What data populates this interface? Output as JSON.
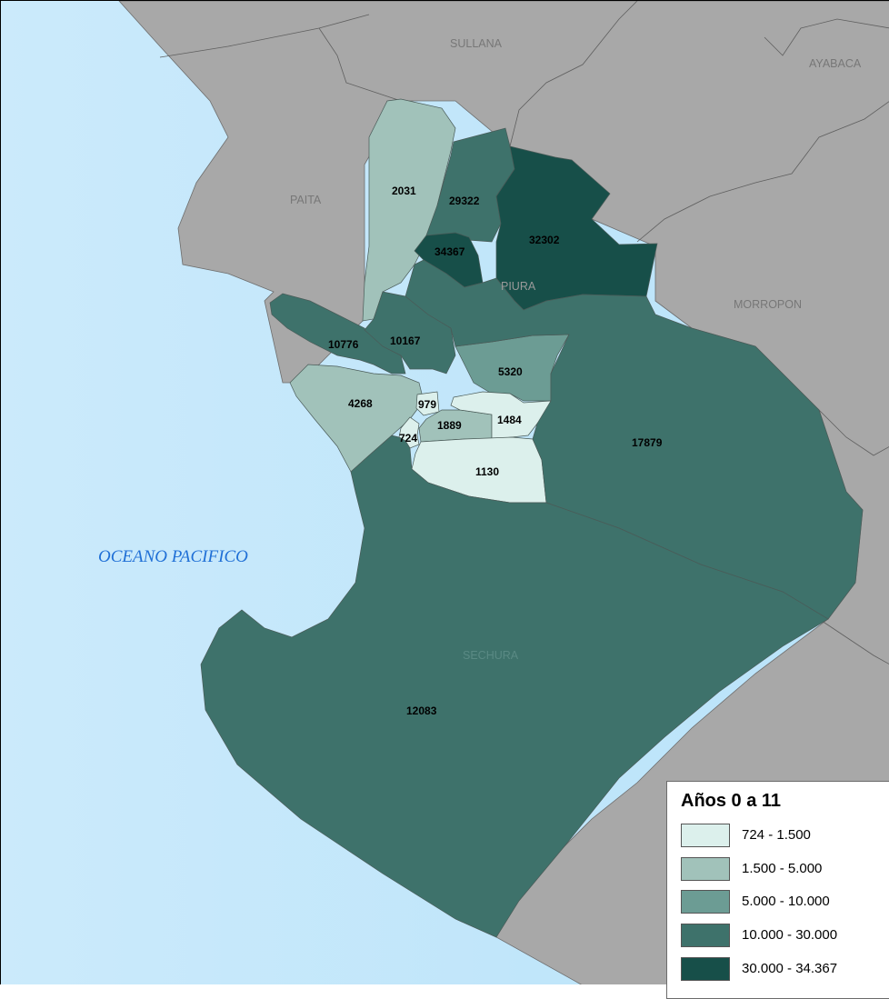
{
  "map": {
    "ocean_label": "OCEANO PACIFICO",
    "regions": {
      "sullana": "SULLANA",
      "ayabaca": "AYABACA",
      "paita": "PAITA",
      "piura": "PIURA",
      "morropon": "MORROPON",
      "sechura": "SECHURA"
    },
    "districts": [
      {
        "value": "2031",
        "class": 1
      },
      {
        "value": "29322",
        "class": 3
      },
      {
        "value": "32302",
        "class": 4
      },
      {
        "value": "34367",
        "class": 4
      },
      {
        "value": "10776",
        "class": 3
      },
      {
        "value": "10167",
        "class": 3
      },
      {
        "value": "5320",
        "class": 2
      },
      {
        "value": "4268",
        "class": 1
      },
      {
        "value": "979",
        "class": 0
      },
      {
        "value": "1889",
        "class": 1
      },
      {
        "value": "1484",
        "class": 0
      },
      {
        "value": "724",
        "class": 0
      },
      {
        "value": "1130",
        "class": 0
      },
      {
        "value": "17879",
        "class": 3
      },
      {
        "value": "12083",
        "class": 3
      }
    ]
  },
  "colors": {
    "sea": "#bfe6fb",
    "land": "#a8a8a8",
    "classes": [
      "#dcf0ec",
      "#a1c2ba",
      "#6c9c94",
      "#3e726b",
      "#174f49"
    ]
  },
  "legend": {
    "title": "Años 0 a 11",
    "items": [
      {
        "label": "724 - 1.500"
      },
      {
        "label": "1.500 - 5.000"
      },
      {
        "label": "5.000 - 10.000"
      },
      {
        "label": "10.000 - 30.000"
      },
      {
        "label": "30.000 - 34.367"
      }
    ]
  }
}
